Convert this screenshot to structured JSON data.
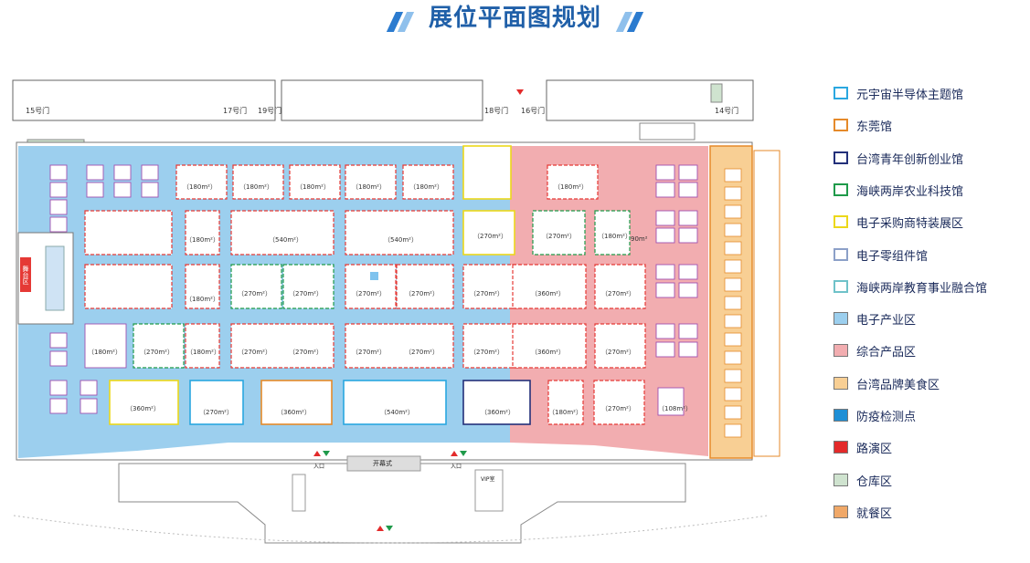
{
  "title": "展位平面图规划",
  "gates": {
    "g15": "15号门",
    "g17": "17号门",
    "g19": "19号门",
    "g18": "18号门",
    "g16": "16号门",
    "g14": "14号门"
  },
  "stage_label": "舞台区",
  "booths": {
    "b180": "（180m²）",
    "b270": "（270m²）",
    "b360": "（360m²）",
    "b540": "（540m²）",
    "b108": "（108m²）",
    "b90": "90m²"
  },
  "facilities": {
    "opening": "开幕式",
    "vip": "VIP室",
    "entry": "入口"
  },
  "legend": [
    {
      "label": "元宇宙半导体主题馆",
      "type": "outline",
      "color": "#2aa7e0"
    },
    {
      "label": "东莞馆",
      "type": "outline",
      "color": "#e58a2a"
    },
    {
      "label": "台湾青年创新创业馆",
      "type": "outline",
      "color": "#23307a"
    },
    {
      "label": "海峡两岸农业科技馆",
      "type": "outline",
      "color": "#1f9a4a"
    },
    {
      "label": "电子采购商特装展区",
      "type": "outline",
      "color": "#ecd81a"
    },
    {
      "label": "电子零组件馆",
      "type": "outline",
      "color": "#8ca0c8"
    },
    {
      "label": "海峡两岸教育事业融合馆",
      "type": "outline",
      "color": "#6fc2c9"
    },
    {
      "label": "电子产业区",
      "type": "fill",
      "color": "#9ccfee"
    },
    {
      "label": "综合产品区",
      "type": "fill",
      "color": "#f2adb0"
    },
    {
      "label": "台湾品牌美食区",
      "type": "fill",
      "color": "#f8cf94"
    },
    {
      "label": "防疫检测点",
      "type": "fill",
      "color": "#1e8fd6"
    },
    {
      "label": "路演区",
      "type": "fill",
      "color": "#e32a2a"
    },
    {
      "label": "仓库区",
      "type": "fill",
      "color": "#cfe3cf"
    },
    {
      "label": "就餐区",
      "type": "fill",
      "color": "#f0a868"
    }
  ]
}
